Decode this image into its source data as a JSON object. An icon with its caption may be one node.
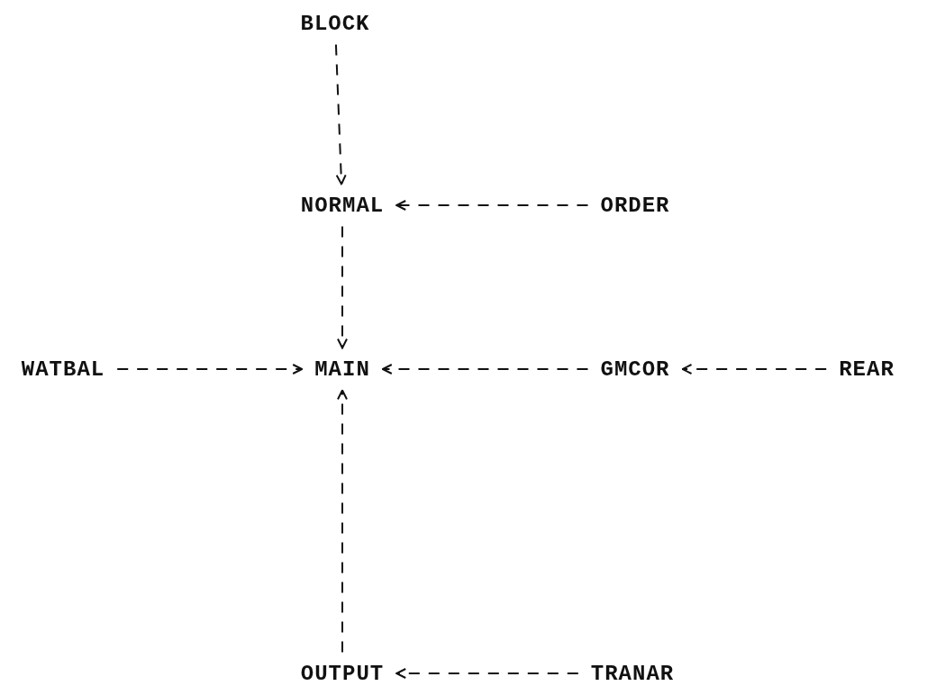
{
  "diagram": {
    "nodes": [
      {
        "text": [
          "BLOCK"
        ]
      },
      {
        "text": [
          "NORMAL"
        ]
      },
      {
        "text": [
          "ORDER"
        ]
      },
      {
        "text": [
          "WATBAL"
        ]
      },
      {
        "text": [
          "MAIN"
        ]
      },
      {
        "text": [
          "GMCOR"
        ]
      },
      {
        "text": [
          "REAR"
        ]
      },
      {
        "text": [
          "OUTPUT"
        ]
      },
      {
        "text": [
          "TRANAR"
        ]
      }
    ],
    "edges": [
      {
        "from": 0,
        "to": 1,
        "arrow": "to",
        "style": "dashed"
      },
      {
        "from": 2,
        "to": 1,
        "arrow": "to",
        "style": "dashed"
      },
      {
        "from": 1,
        "to": 4,
        "arrow": "to",
        "style": "dashed"
      },
      {
        "from": 3,
        "to": 4,
        "arrow": "to",
        "style": "dashed"
      },
      {
        "from": 5,
        "to": 4,
        "arrow": "to",
        "style": "dashed"
      },
      {
        "from": 6,
        "to": 5,
        "arrow": "to",
        "style": "dashed"
      },
      {
        "from": 7,
        "to": 4,
        "arrow": "to",
        "style": "dashed"
      },
      {
        "from": 8,
        "to": 7,
        "arrow": "to",
        "style": "dashed"
      }
    ]
  }
}
